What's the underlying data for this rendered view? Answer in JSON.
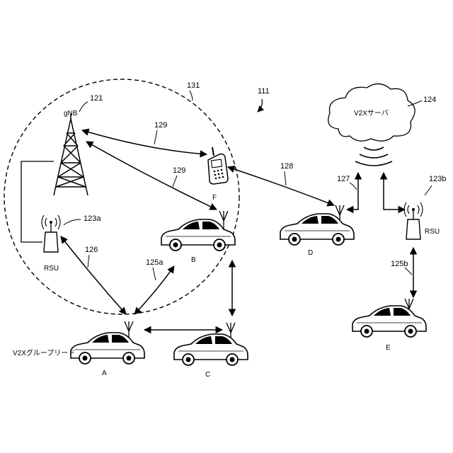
{
  "labels": {
    "fig_ref": "111",
    "coverage_ref": "131",
    "gnb_name": "gNB",
    "gnb_ref": "121",
    "server_name": "V2Xサーバ",
    "server_ref": "124",
    "rsu_a_name": "RSU",
    "rsu_a_ref": "123a",
    "rsu_b_name": "RSU",
    "rsu_b_ref": "123b",
    "link_gnb_f": "129",
    "link_gnb_b": "129",
    "link_f_d": "128",
    "link_d_server": "127",
    "link_rsu_a": "126",
    "link_a_b": "125a",
    "link_rsu_b_e": "125b",
    "group_lead": "V2Xグループリード",
    "vehicle_a": "A",
    "vehicle_b": "B",
    "vehicle_c": "C",
    "vehicle_d": "D",
    "vehicle_e": "E",
    "phone_f": "F"
  }
}
